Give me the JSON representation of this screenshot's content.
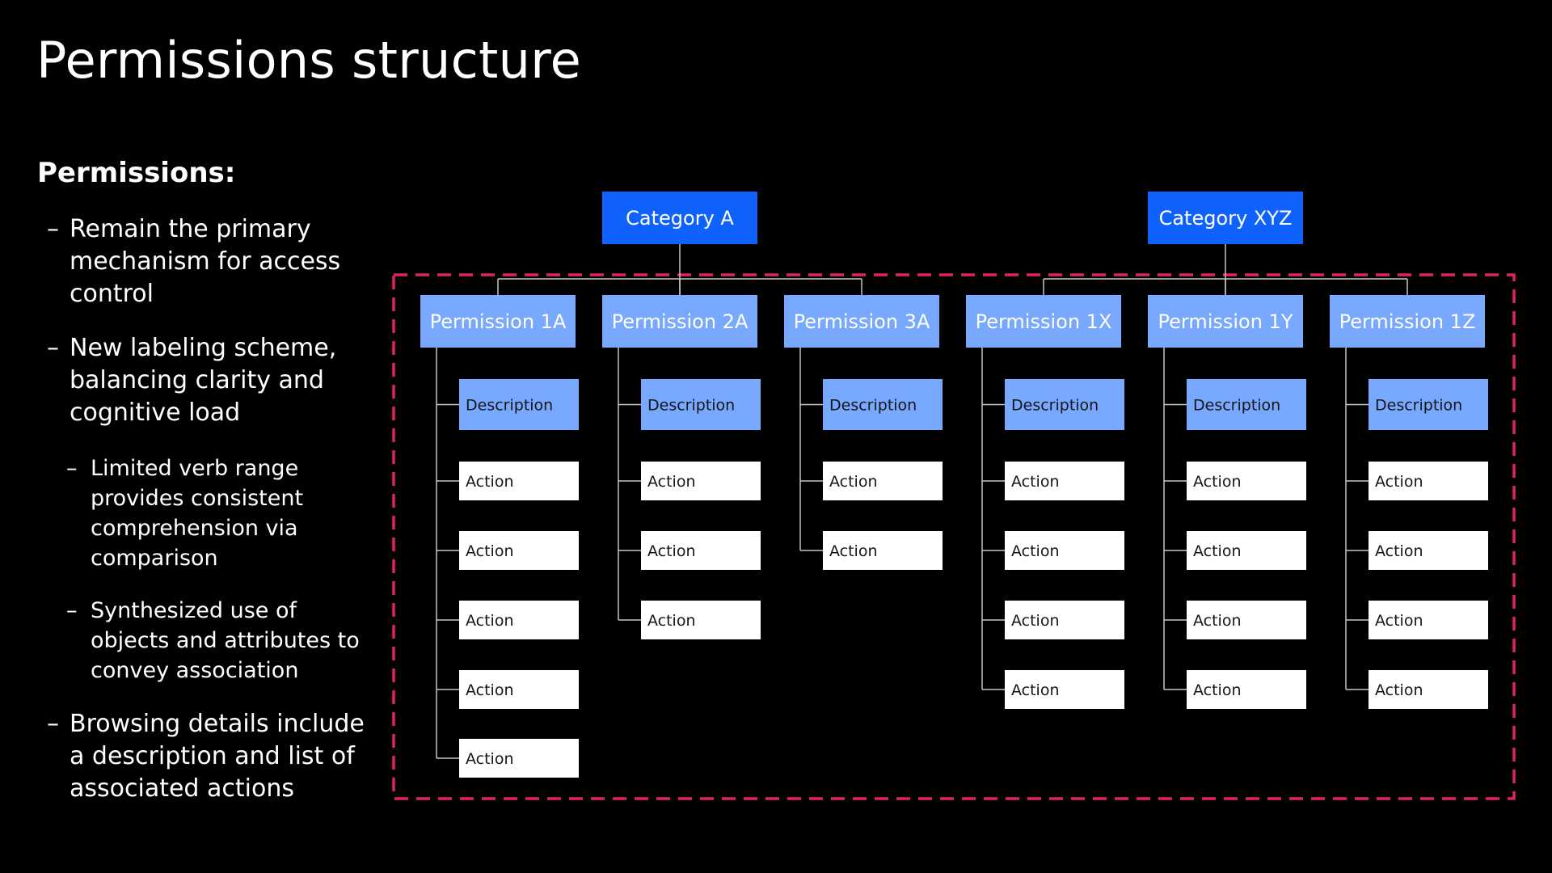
{
  "slide": {
    "title": "Permissions structure"
  },
  "panel": {
    "heading": "Permissions:",
    "bullets": [
      {
        "dash": "–",
        "text": "Remain the primary mechanism for access control",
        "sub": []
      },
      {
        "dash": "–",
        "text": "New labeling scheme, balancing clarity and cognitive load",
        "sub": [
          {
            "dash": "–",
            "text": "Limited verb range provides consistent comprehension via comparison"
          },
          {
            "dash": "–",
            "text": "Synthesized use of objects and attributes to convey association"
          }
        ]
      },
      {
        "dash": "–",
        "text": "Browsing details include a description and list of associated actions",
        "sub": []
      }
    ]
  },
  "colors": {
    "category": "#0f62fe",
    "permission": "#78a9ff",
    "action_box": "#ffffff",
    "dashed_border": "#e0245e",
    "connector": "#c6c6c6"
  },
  "diagram": {
    "categories": [
      {
        "label": "Category A",
        "permissions": [
          {
            "label": "Permission 1A",
            "description": "Description",
            "actions": [
              "Action",
              "Action",
              "Action",
              "Action",
              "Action"
            ]
          },
          {
            "label": "Permission 2A",
            "description": "Description",
            "actions": [
              "Action",
              "Action",
              "Action"
            ]
          },
          {
            "label": "Permission 3A",
            "description": "Description",
            "actions": [
              "Action",
              "Action"
            ]
          }
        ]
      },
      {
        "label": "Category XYZ",
        "permissions": [
          {
            "label": "Permission 1X",
            "description": "Description",
            "actions": [
              "Action",
              "Action",
              "Action",
              "Action"
            ]
          },
          {
            "label": "Permission 1Y",
            "description": "Description",
            "actions": [
              "Action",
              "Action",
              "Action",
              "Action"
            ]
          },
          {
            "label": "Permission 1Z",
            "description": "Description",
            "actions": [
              "Action",
              "Action",
              "Action",
              "Action"
            ]
          }
        ]
      }
    ]
  }
}
